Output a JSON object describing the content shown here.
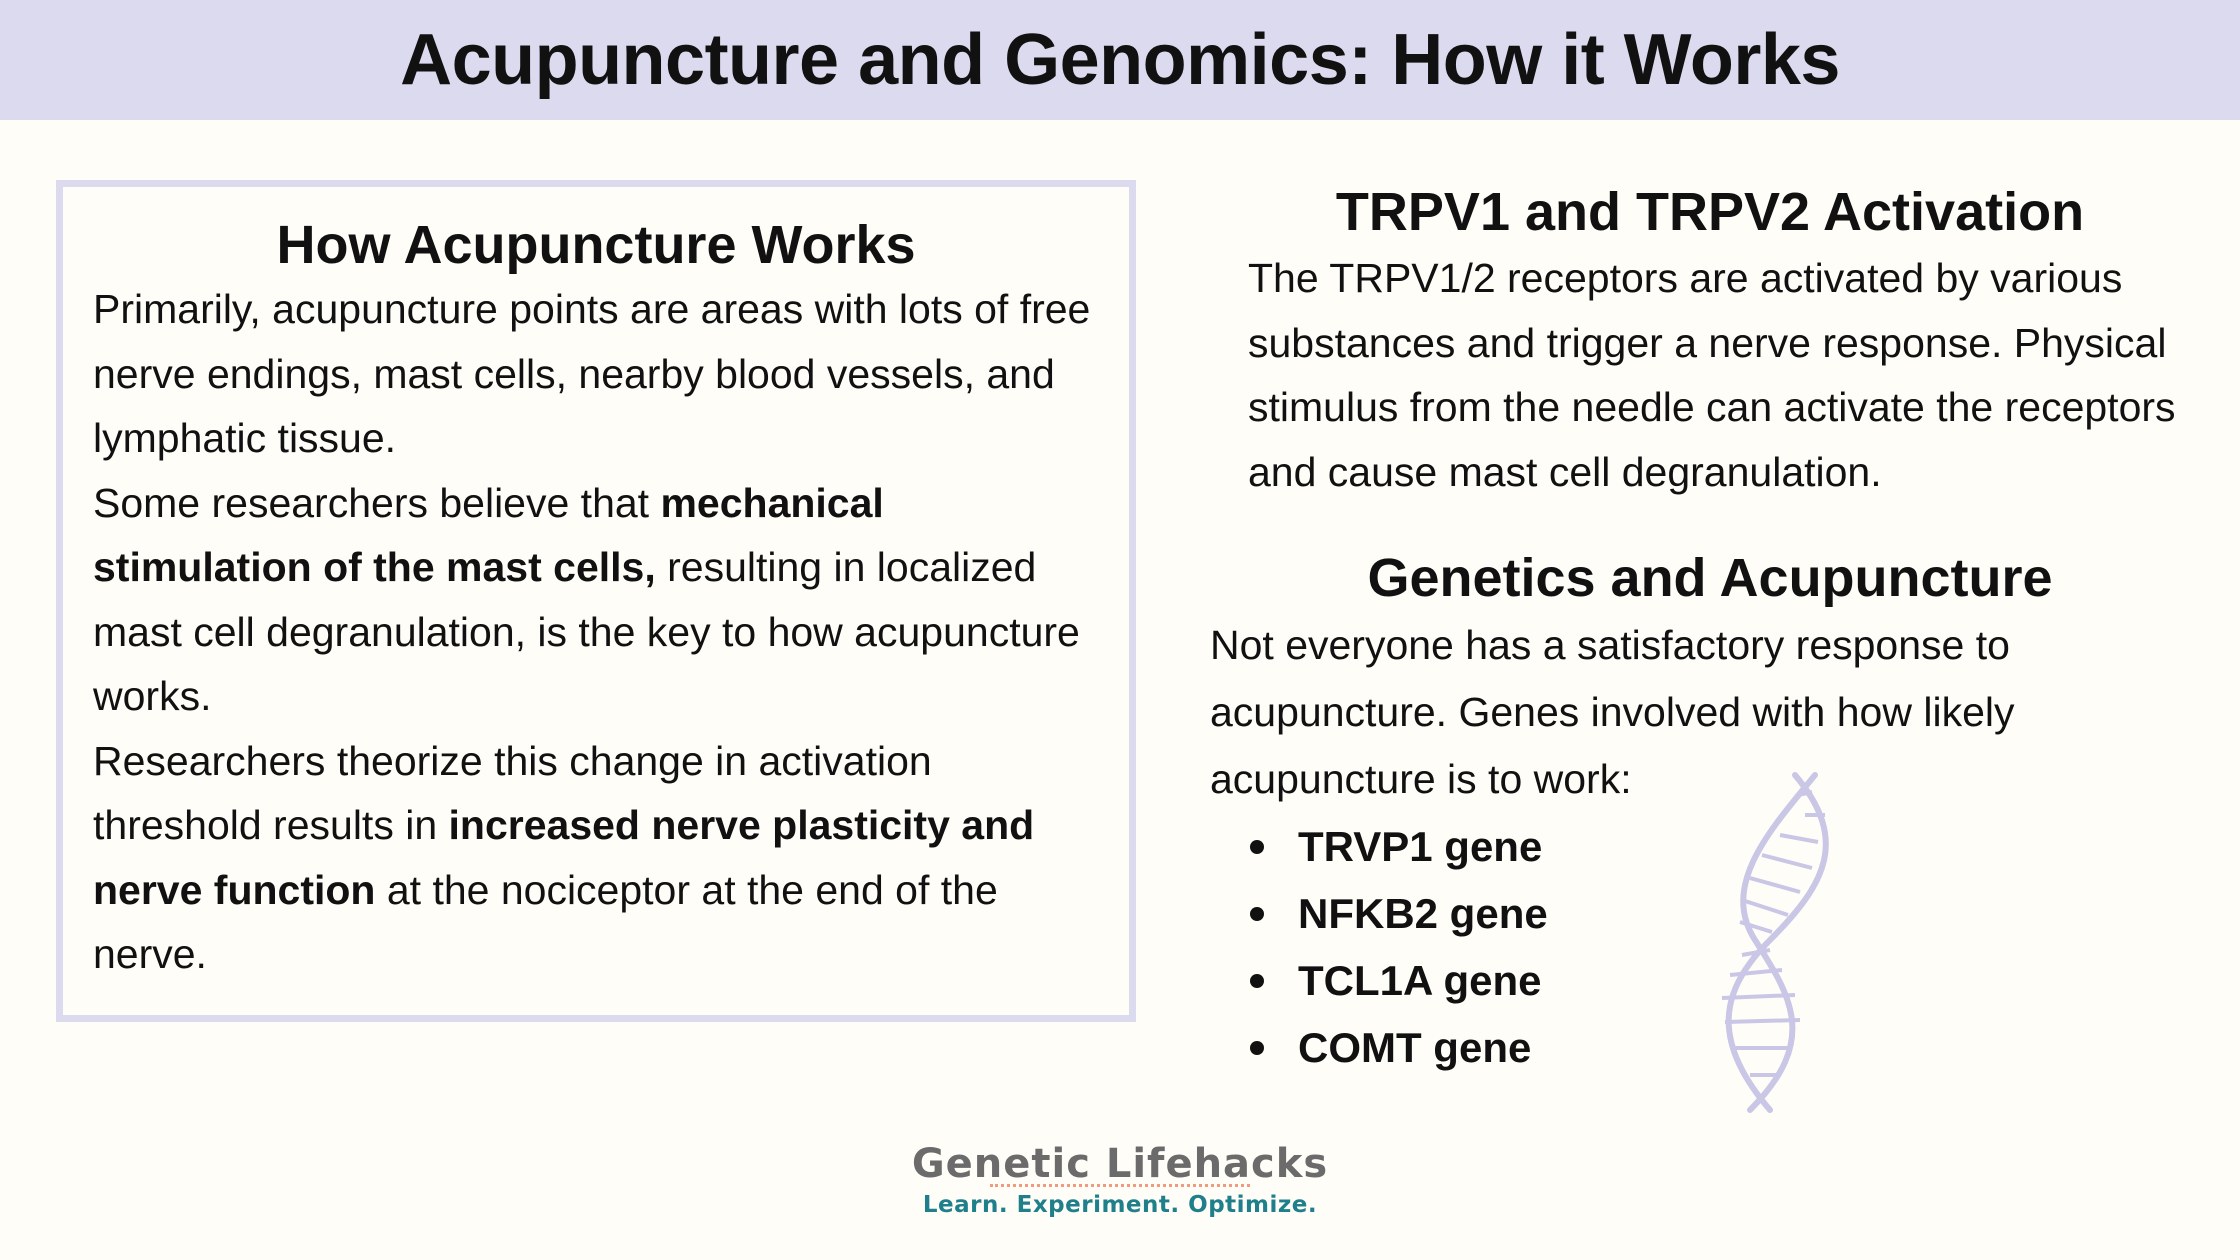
{
  "header": {
    "title": "Acupuncture and Genomics: How it Works"
  },
  "left_box": {
    "title": "How Acupuncture Works",
    "p1": "Primarily, acupuncture points are areas with lots of free nerve endings, mast cells, nearby blood vessels, and lymphatic tissue.",
    "p2_start": "Some researchers believe that ",
    "p2_bold": "mechanical stimulation of the mast cells,",
    "p2_end": " resulting in localized mast cell degranulation, is the key to how acupuncture works.",
    "p3_start": "Researchers theorize this change in activation threshold results in ",
    "p3_bold": "increased nerve plasticity and nerve function",
    "p3_end": " at the nociceptor at the end of the nerve."
  },
  "trpv": {
    "title": "TRPV1 and TRPV2 Activation",
    "text": "The TRPV1/2 receptors are activated by various substances and trigger a nerve response. Physical stimulus from the needle can activate the receptors and cause mast cell degranulation."
  },
  "genetics": {
    "title": "Genetics and Acupuncture",
    "text": "Not everyone has a satisfactory response to acupuncture. Genes involved with how likely acupuncture is to work:",
    "genes": [
      "TRVP1 gene",
      "NFKB2 gene",
      "TCL1A gene",
      "COMT gene"
    ]
  },
  "logo": {
    "name": "Genetic Lifehacks",
    "tagline": "Learn. Experiment. Optimize."
  },
  "colors": {
    "header_bg": "#dbdaef",
    "box_border": "#dbdaef",
    "page_bg": "#fefdf8",
    "dna": "#c9c6e6",
    "logo_gray": "#6b6b6b",
    "logo_teal": "#1f7f8a",
    "logo_dots": "#f29a7e"
  },
  "icons": {
    "dna": "dna-helix-icon"
  }
}
